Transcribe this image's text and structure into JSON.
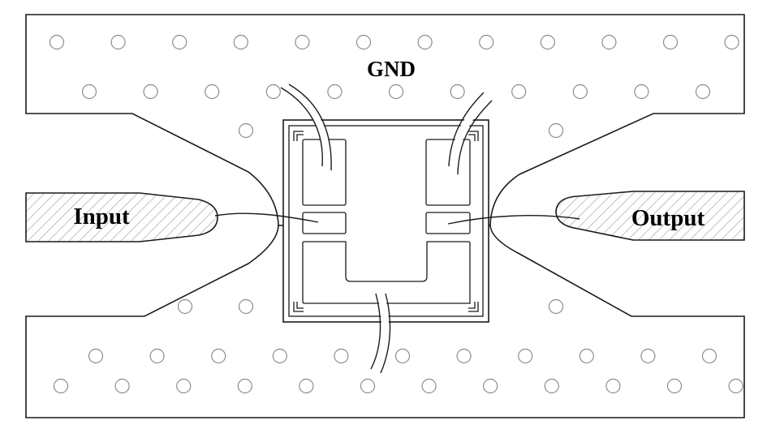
{
  "labels": {
    "ground": "GND",
    "input": "Input",
    "output": "Output"
  },
  "colors": {
    "line": "#1a1a1a",
    "via": "#8c8c8c",
    "hatch": "#9a9a9a",
    "background": "#ffffff"
  }
}
